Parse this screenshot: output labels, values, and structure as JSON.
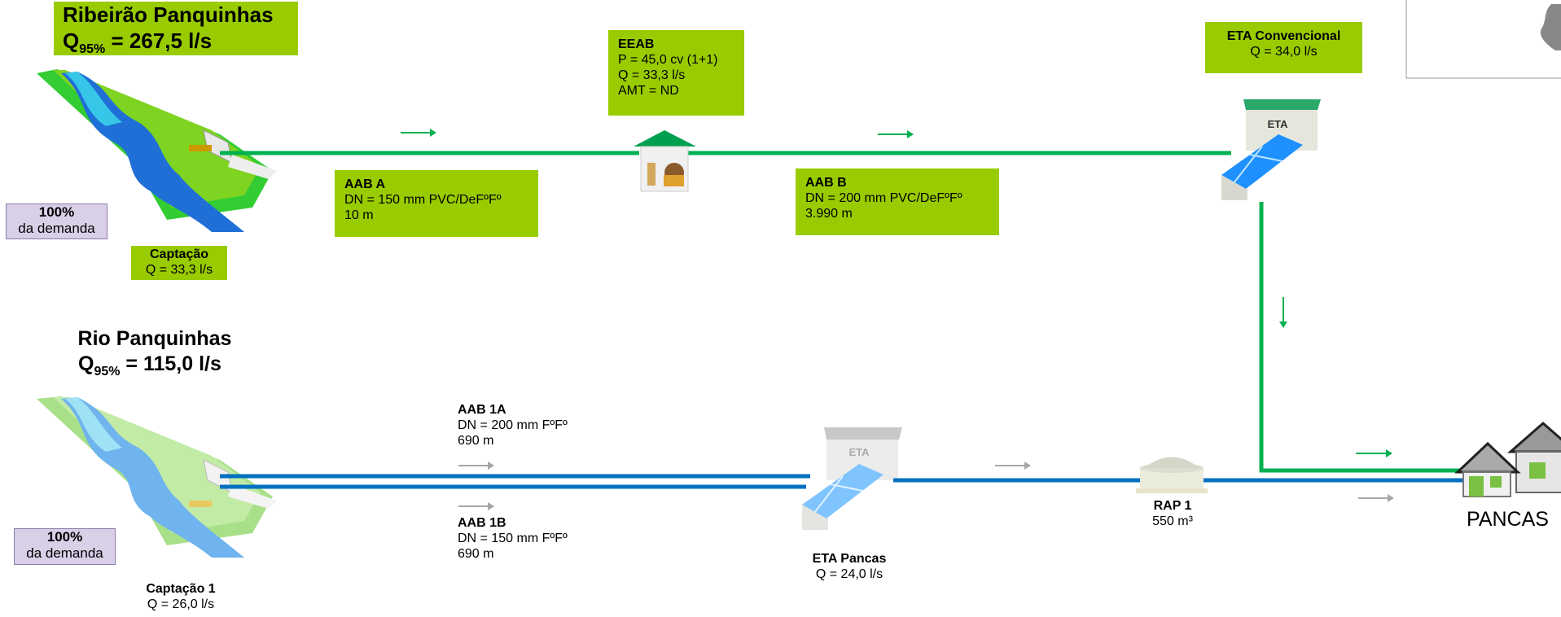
{
  "sources": [
    {
      "title": "Ribeirão Panquinhas",
      "flow_label": "Q",
      "flow_sub": "95%",
      "flow_value": " = 267,5 l/s"
    },
    {
      "title": "Rio Panquinhas",
      "flow_label": "Q",
      "flow_sub": "95%",
      "flow_value": " = 115,0 l/s"
    }
  ],
  "demand": {
    "percent": "100%",
    "label": "da demanda"
  },
  "captacao": {
    "name": "Captação",
    "flow": "Q = 33,3 l/s"
  },
  "captacao1": {
    "name": "Captação 1",
    "flow": "Q = 26,0 l/s"
  },
  "eeab": {
    "name": "EEAB",
    "power": "P = 45,0 cv (1+1)",
    "flow": "Q = 33,3 l/s",
    "amt": "AMT = ND"
  },
  "aab_a": {
    "name": "AAB A",
    "dn": "DN = 150 mm PVC/DeFºFº",
    "length": "10 m"
  },
  "aab_b": {
    "name": "AAB B",
    "dn": "DN = 200 mm PVC/DeFºFº",
    "length": "3.990 m"
  },
  "eta_conv": {
    "name": "ETA Convencional",
    "flow": "Q = 34,0 l/s",
    "sign": "ETA"
  },
  "aab_1a": {
    "name": "AAB 1A",
    "dn": "DN = 200 mm FºFº",
    "length": "690 m"
  },
  "aab_1b": {
    "name": "AAB 1B",
    "dn": "DN = 150 mm FºFº",
    "length": "690 m"
  },
  "eta_pancas": {
    "name": "ETA Pancas",
    "flow": "Q = 24,0 l/s",
    "sign": "ETA"
  },
  "rap1": {
    "name": "RAP 1",
    "volume": "550 m³"
  },
  "city": {
    "name": "PANCAS"
  },
  "colors": {
    "green_box": "#99cc00",
    "green_pipe": "#00b050",
    "blue_pipe": "#0070c0",
    "arrow_gray": "#a6a6a6"
  }
}
